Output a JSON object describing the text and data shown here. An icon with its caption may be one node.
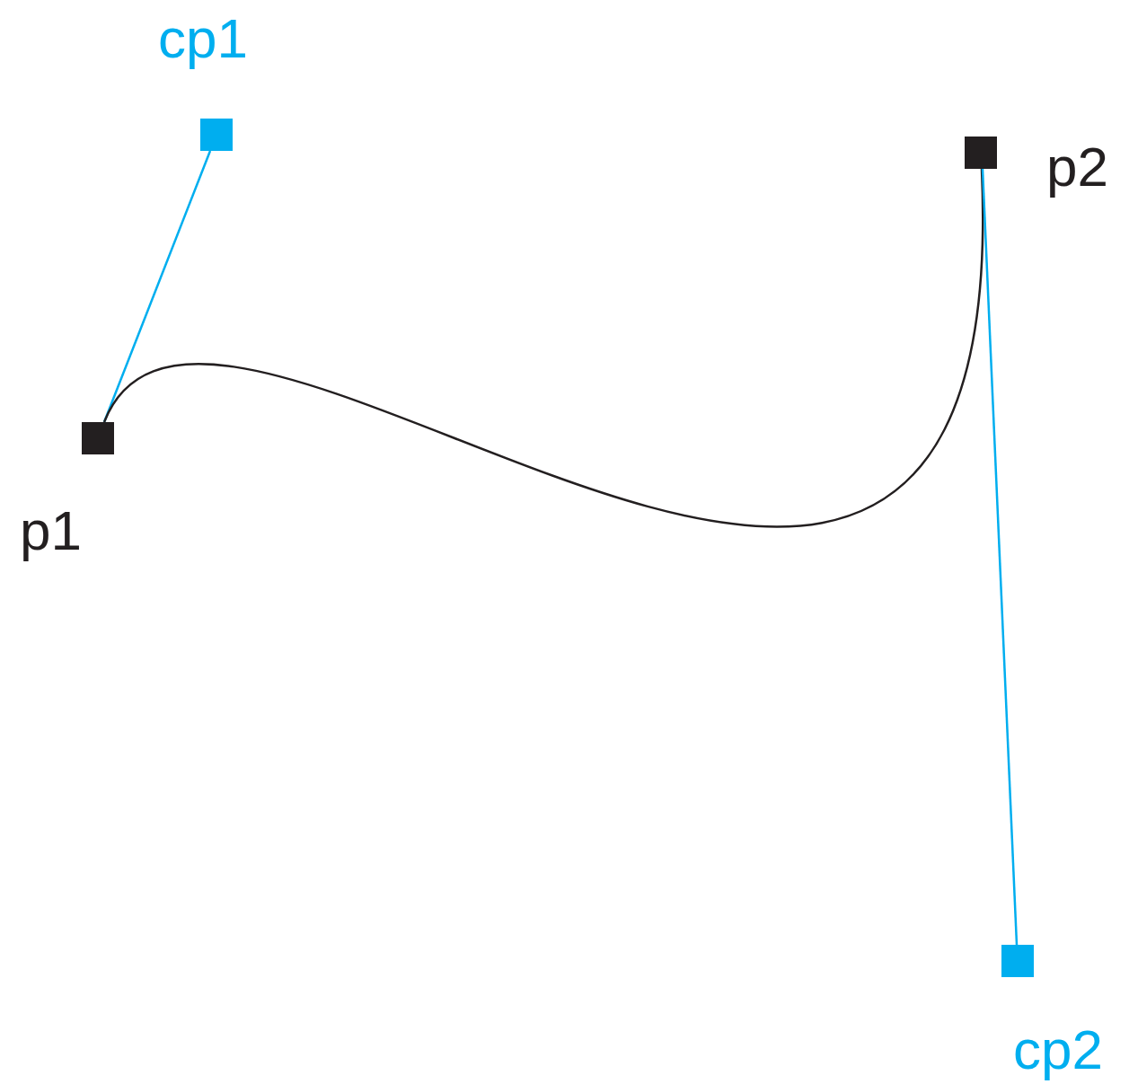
{
  "diagram": {
    "nodes": [
      {
        "text": [],
        "shape": "box",
        "beside": [
          "cp1"
        ]
      },
      {
        "text": [],
        "shape": "box",
        "beside": [
          "p2"
        ]
      },
      {
        "text": [],
        "shape": "box",
        "beside": [
          "p1"
        ]
      },
      {
        "text": [],
        "shape": "box",
        "beside": [
          "cp2"
        ]
      }
    ],
    "edges": [
      {
        "from": 2,
        "to": 0,
        "arrow": "none",
        "color": "#00aeef"
      },
      {
        "from": 2,
        "to": 1,
        "arrow": "none",
        "color": "#231f20"
      },
      {
        "from": 1,
        "to": 3,
        "arrow": "none",
        "color": "#00aeef"
      }
    ]
  }
}
